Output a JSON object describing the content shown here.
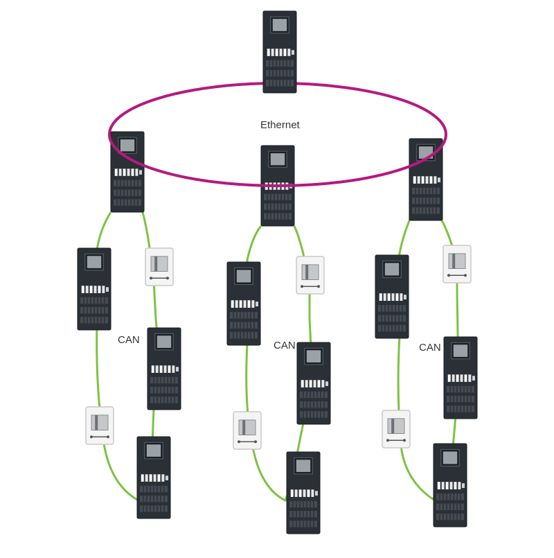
{
  "diagram": {
    "ethernet_label": "Ethernet",
    "segments": [
      {
        "can_label": "CAN"
      },
      {
        "can_label": "CAN"
      },
      {
        "can_label": "CAN"
      }
    ],
    "colors": {
      "ethernet_ring": "#b5197f",
      "can_loop": "#7cc242",
      "panel_body": "#2b3036",
      "panel_screen": "#9aa2a8",
      "module_body": "#f4f4f4",
      "module_border": "#c9c9c9"
    },
    "icons": {
      "panel": "fire-alarm-control-panel-icon",
      "module": "interface-module-icon"
    }
  }
}
